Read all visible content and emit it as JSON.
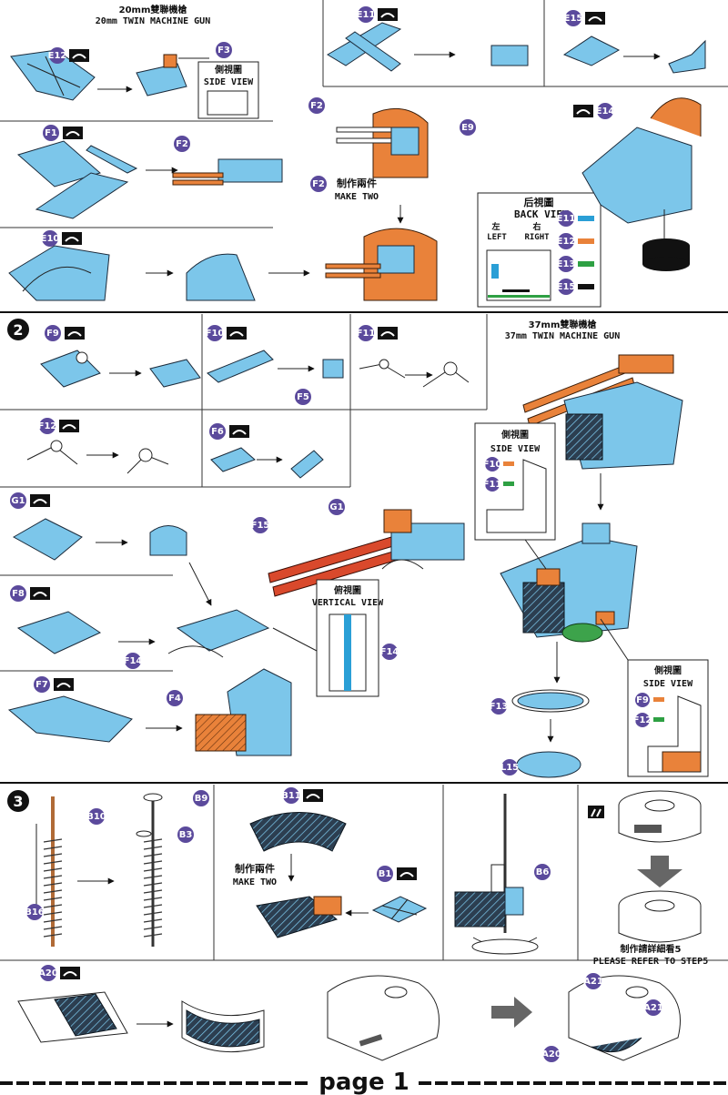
{
  "header": {
    "title_cn": "20mm雙聯機槍",
    "title_en": "20mm TWIN MACHINE GUN"
  },
  "side_view_1": {
    "cn": "側視圖",
    "en": "SIDE VIEW"
  },
  "make_two_1": {
    "cn": "制作兩件",
    "en": "MAKE TWO"
  },
  "back_view": {
    "cn": "后視圖",
    "en": "BACK VIEW",
    "left_cn": "左",
    "right_cn": "右",
    "left_en": "LEFT",
    "right_en": "RIGHT",
    "legend": [
      {
        "label": "E11",
        "color": "#2a9fd6"
      },
      {
        "label": "E12",
        "color": "#e9823a"
      },
      {
        "label": "E13",
        "color": "#2ea043"
      },
      {
        "label": "E15",
        "color": "#111111"
      }
    ]
  },
  "steps": {
    "two": "2",
    "three": "3"
  },
  "section37": {
    "title_cn": "37mm雙聯機槍",
    "title_en": "37mm TWIN MACHINE GUN"
  },
  "side_view_2": {
    "cn": "側視圖",
    "en": "SIDE VIEW",
    "parts": [
      "F10",
      "F11"
    ]
  },
  "side_view_3": {
    "cn": "側視圖",
    "en": "SIDE VIEW",
    "parts": [
      "F9",
      "F12"
    ]
  },
  "vertical_view": {
    "cn": "俯視圖",
    "en": "VERTICAL VIEW"
  },
  "make_two_2": {
    "cn": "制作兩件",
    "en": "MAKE TWO"
  },
  "refer": {
    "cn": "制作請詳細看5",
    "en": "PLEASE REFER TO STEP5"
  },
  "parts": {
    "E12": "E12",
    "F3": "F3",
    "E11": "E11",
    "E15": "E15",
    "F1": "F1",
    "F2a": "F2",
    "F2b": "F2",
    "F2c": "F2",
    "E9": "E9",
    "E14": "E14",
    "E10": "E10",
    "F9": "F9",
    "F10": "F10",
    "F11": "F11",
    "F5": "F5",
    "F12": "F12",
    "F6": "F6",
    "G1a": "G1",
    "G1b": "G1",
    "F15": "F15",
    "F8": "F8",
    "F14a": "F14",
    "F14b": "F14",
    "F7": "F7",
    "F4": "F4",
    "F13": "F13",
    "L15": "L15",
    "B10": "B10",
    "B9": "B9",
    "B3": "B3",
    "B16": "B16",
    "B11": "B11",
    "B1": "B1",
    "B6": "B6",
    "A20": "A20",
    "A21a": "A21",
    "A21b": "A21",
    "A20b": "A20"
  },
  "footer": {
    "page": "page 1"
  }
}
